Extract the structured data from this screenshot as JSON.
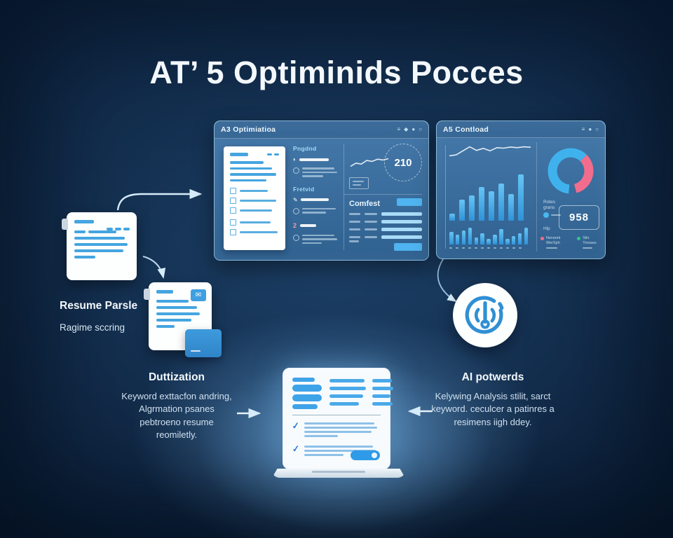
{
  "title": "AT’ 5 Optiminids Pocces",
  "colors": {
    "accent": "#3fa3e8",
    "accent_light": "#9fd6f4",
    "pink": "#f26d8d",
    "green": "#35c48f",
    "bg": "#0a1c33",
    "glow": "#76b7ee"
  },
  "steps": {
    "resume": {
      "title": "Resume Parsle",
      "subtitle": "Ragime sccring"
    },
    "dutization": {
      "title": "Duttization",
      "body": "Keyword exttacfon andring, Algrmation psanes pebtroeno resume reomiletly."
    },
    "ai": {
      "title": "AI potwerds",
      "body": "Kelywing Analysis stilit, sarct keyword. ceculcer a patinres a resimens iigh ddey."
    }
  },
  "left_panel": {
    "title": "A3 Optimiatioa",
    "header_icons": [
      "≡",
      "◆",
      "●",
      "○"
    ],
    "sections": [
      {
        "label": "Pngdnd",
        "icon": "◐",
        "progress": 0.82
      },
      {
        "label": "Fretvid",
        "icon": "✎",
        "progress": 0.78
      }
    ],
    "alert": {
      "number": "2",
      "progress": 0.45
    },
    "score": "210",
    "sparkline": [
      30,
      44,
      40,
      56,
      52,
      62,
      58,
      64
    ],
    "table": {
      "title": "Comfest"
    }
  },
  "right_panel": {
    "title": "A5 Contload",
    "header_icons": [
      "≡",
      "●",
      "○"
    ],
    "score": "958",
    "stats_label": "Rotes grans",
    "stats_sub": "Hip",
    "gauge": {
      "blue": "#3fb2ee",
      "pink": "#f26d8d"
    },
    "legend": [
      {
        "color": "#f26d8d",
        "label": "Nerwork WerSph"
      },
      {
        "color": "#35c48f",
        "label": "Silo Tresass"
      }
    ],
    "chart": {
      "line": [
        52,
        56,
        74,
        92,
        76,
        85,
        74,
        88,
        86,
        91,
        88,
        92,
        90
      ],
      "bars_main": [
        10,
        30,
        36,
        48,
        42,
        53,
        38,
        66
      ],
      "bars_small": [
        18,
        14,
        20,
        24,
        10,
        16,
        8,
        14,
        22,
        8,
        12,
        16,
        24
      ]
    }
  }
}
